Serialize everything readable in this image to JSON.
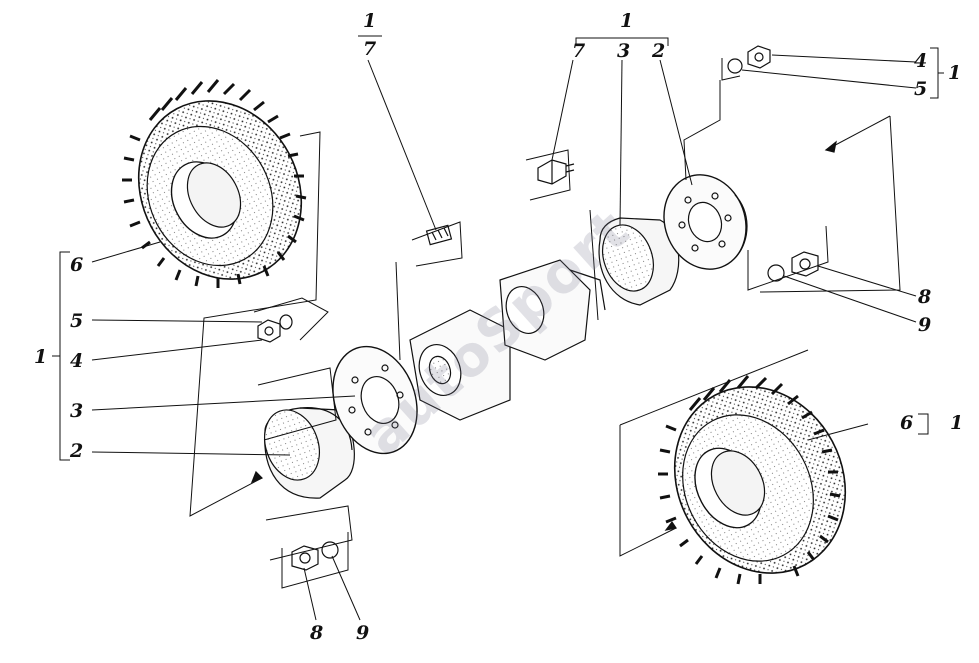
{
  "watermark": "autoSport",
  "labels": {
    "top_left_1": "1",
    "top_left_7": "7",
    "top_right_1": "1",
    "top_right_7": "7",
    "top_right_3": "3",
    "top_right_2": "2",
    "right_4": "4",
    "right_5": "5",
    "right_group_1": "1",
    "right_8": "8",
    "right_9": "9",
    "right_6": "6",
    "right_tire_1": "1",
    "left_6": "6",
    "left_5": "5",
    "left_4": "4",
    "left_group_1": "1",
    "left_3": "3",
    "left_2": "2",
    "bottom_8": "8",
    "bottom_9": "9"
  }
}
